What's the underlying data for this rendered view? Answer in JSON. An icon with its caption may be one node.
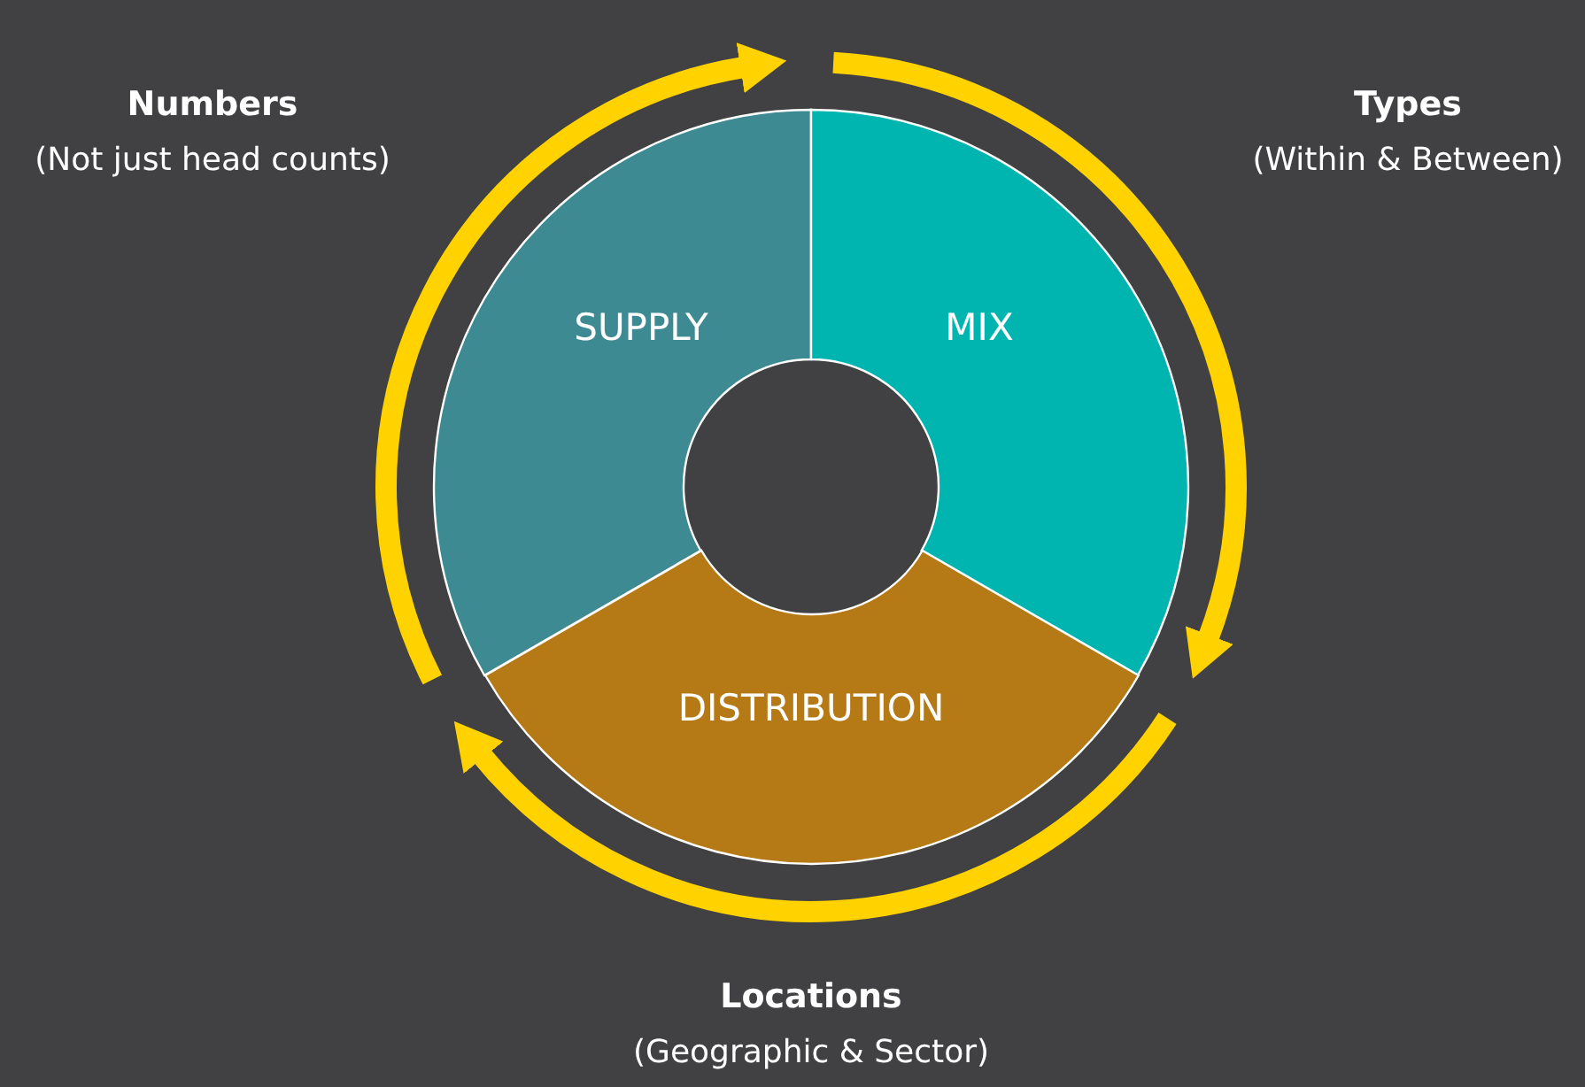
{
  "diagram": {
    "nodes": [
      {
        "text": [
          "SUPPLY"
        ],
        "beside": [
          "Numbers",
          "(Not just head counts)"
        ]
      },
      {
        "text": [
          "MIX"
        ],
        "beside": [
          "Types",
          "(Within & Between)"
        ]
      },
      {
        "text": [
          "DISTRIBUTION"
        ],
        "beside": [
          "Locations",
          "(Geographic & Sector)"
        ]
      }
    ]
  }
}
